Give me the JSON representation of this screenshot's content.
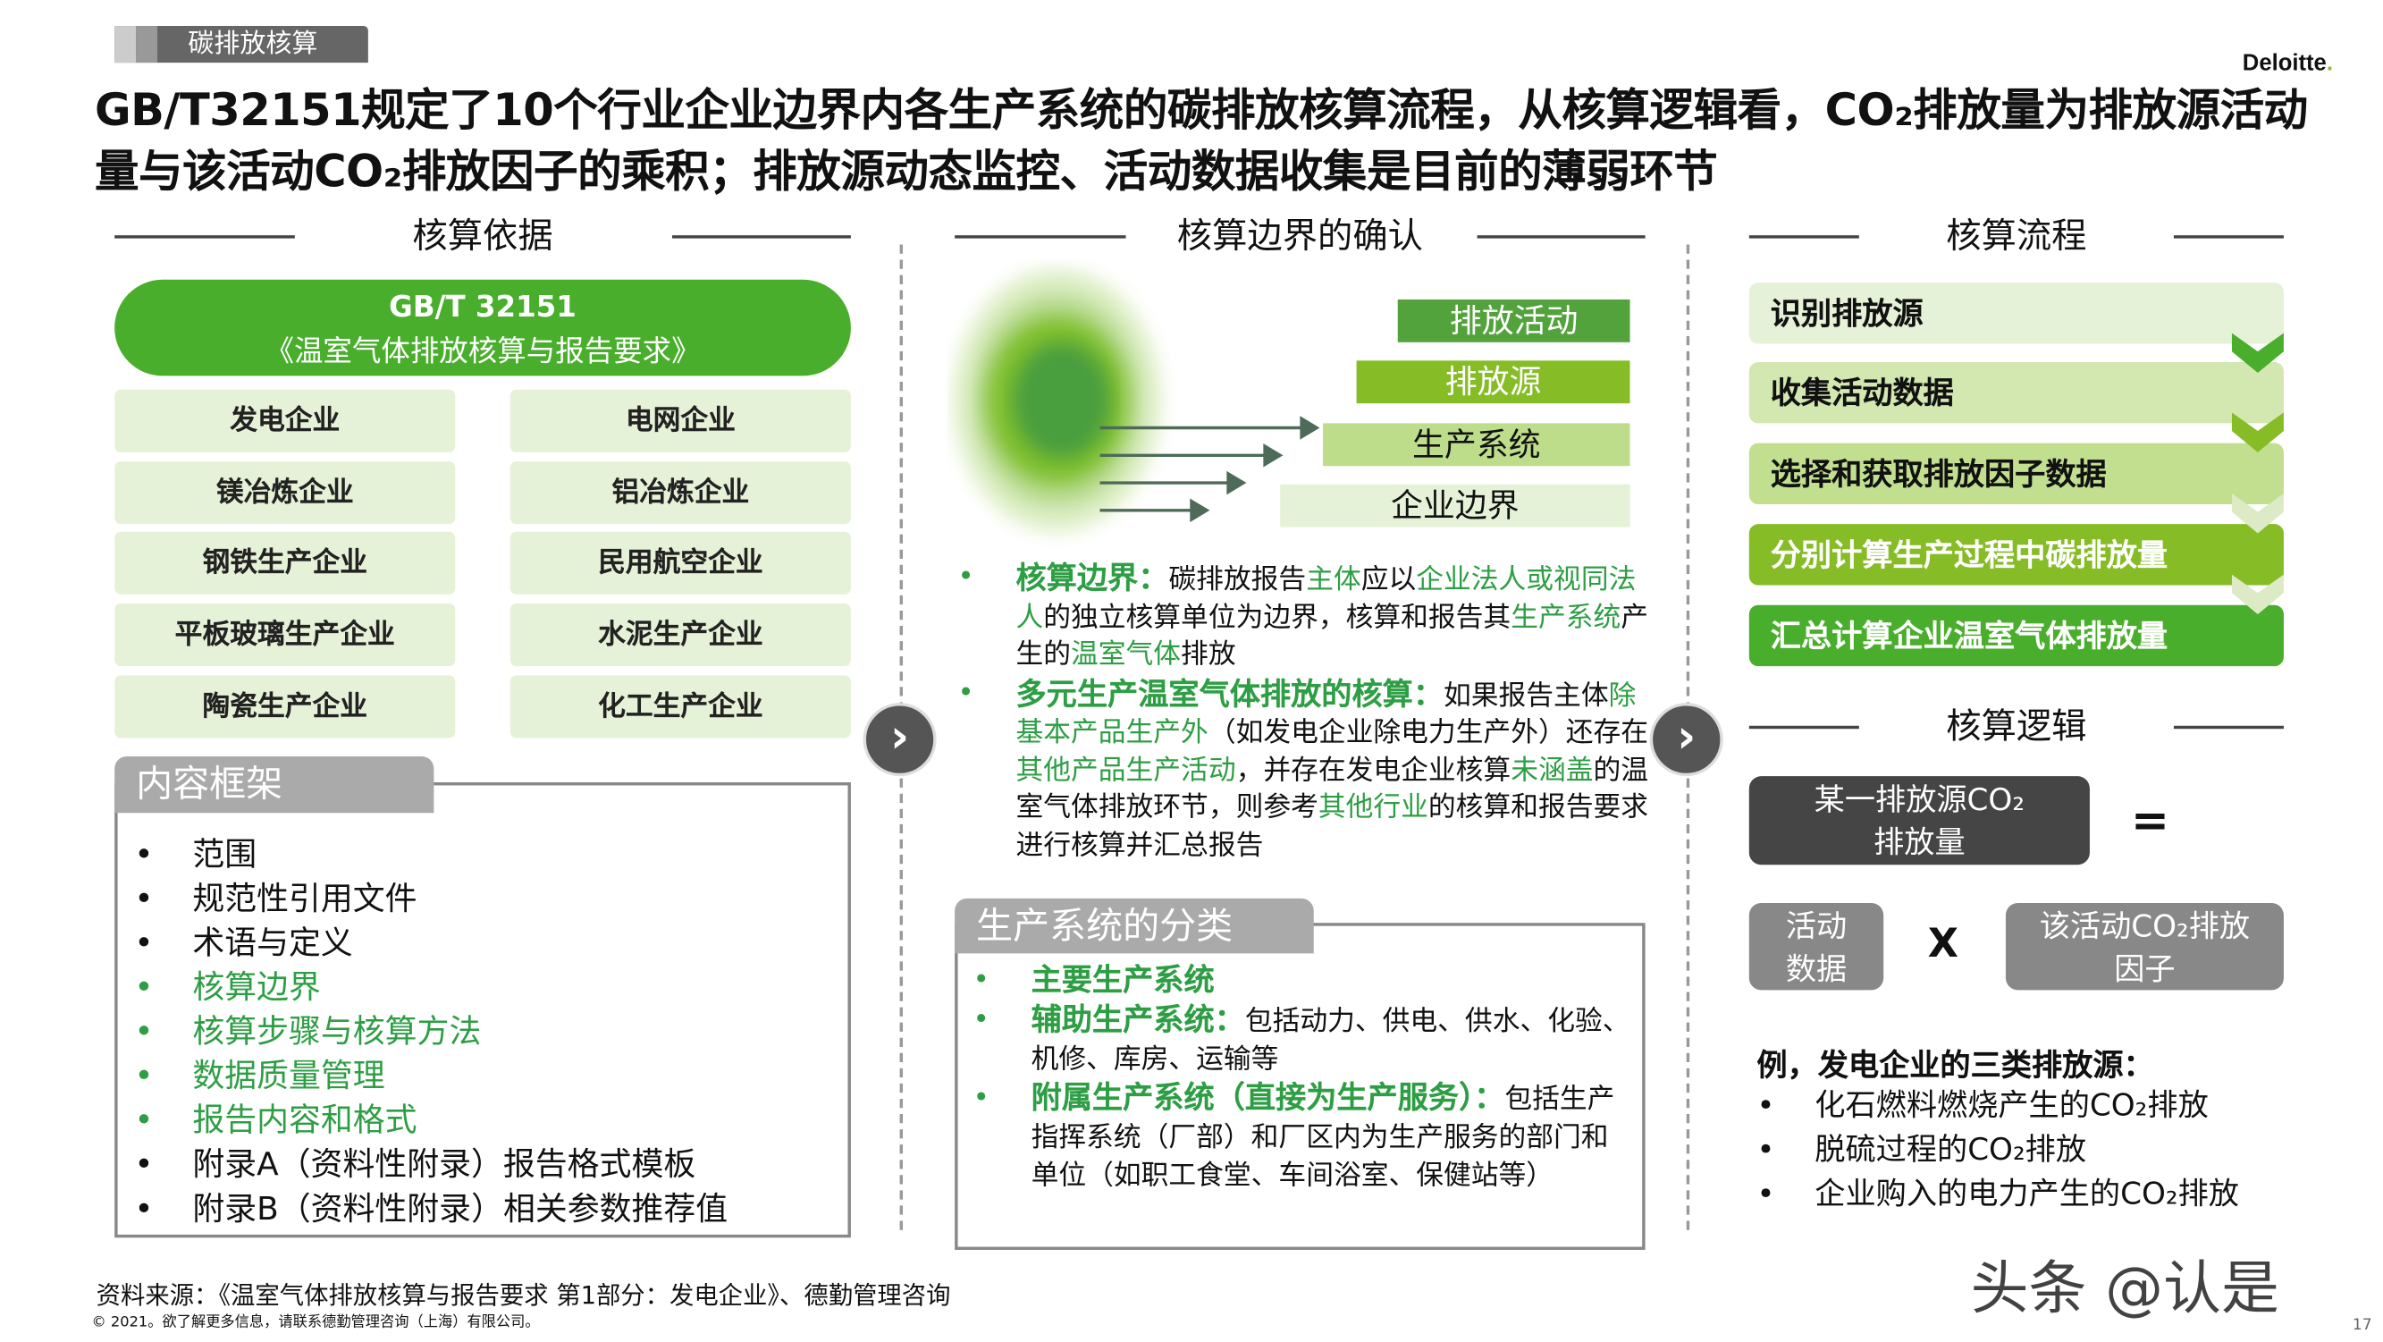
{
  "tag": "碳排放核算",
  "logo": "Deloitte",
  "title": "GB/T32151规定了10个行业企业边界内各生产系统的碳排放核算流程，从核算逻辑看，CO₂排放量为排放源活动量与该活动CO₂排放因子的乘积；排放源动态监控、活动数据收集是目前的薄弱环节",
  "colors": {
    "green_dark": "#4aae2d",
    "green_mid": "#86bc25",
    "green_text": "#2e9e44",
    "grey_dark": "#444444",
    "grey": "#888888"
  },
  "left": {
    "header": "核算依据",
    "standard": {
      "code": "GB/T 32151",
      "name": "《温室气体排放核算与报告要求》"
    },
    "industries": [
      "发电企业",
      "电网企业",
      "镁冶炼企业",
      "铝冶炼企业",
      "钢铁生产企业",
      "民用航空企业",
      "平板玻璃生产企业",
      "水泥生产企业",
      "陶瓷生产企业",
      "化工生产企业"
    ],
    "framework": {
      "title": "内容框架",
      "items": [
        {
          "t": "范围",
          "g": false
        },
        {
          "t": "规范性引用文件",
          "g": false
        },
        {
          "t": "术语与定义",
          "g": false
        },
        {
          "t": "核算边界",
          "g": true
        },
        {
          "t": "核算步骤与核算方法",
          "g": true
        },
        {
          "t": "数据质量管理",
          "g": true
        },
        {
          "t": "报告内容和格式",
          "g": true
        },
        {
          "t": "附录A（资料性附录）报告格式模板",
          "g": false
        },
        {
          "t": "附录B（资料性附录）相关参数推荐值",
          "g": false
        }
      ]
    }
  },
  "middle": {
    "header": "核算边界的确认",
    "layers": [
      "排放活动",
      "排放源",
      "生产系统",
      "企业边界"
    ],
    "bullets": [
      [
        {
          "t": "核算边界：",
          "g": 1,
          "b": 1
        },
        {
          "t": "碳排放报告"
        },
        {
          "t": "主体",
          "g": 1
        },
        {
          "t": "应以"
        },
        {
          "t": "企业法人或视同法人",
          "g": 1
        },
        {
          "t": "的独立核算单位为边界，核算和报告其"
        },
        {
          "t": "生产系统",
          "g": 1
        },
        {
          "t": "产生的"
        },
        {
          "t": "温室气体",
          "g": 1
        },
        {
          "t": "排放"
        }
      ],
      [
        {
          "t": "多元生产温室气体排放的核算：",
          "g": 1,
          "b": 1
        },
        {
          "t": "如果报告主体"
        },
        {
          "t": "除基本产品生产外",
          "g": 1
        },
        {
          "t": "（如发电企业除电力生产外）还存在"
        },
        {
          "t": "其他产品生产活动",
          "g": 1
        },
        {
          "t": "，并存在发电企业核算"
        },
        {
          "t": "未涵盖",
          "g": 1
        },
        {
          "t": "的温室气体排放环节，则参考"
        },
        {
          "t": "其他行业",
          "g": 1
        },
        {
          "t": "的核算和报告要求进行核算并汇总报告"
        }
      ]
    ],
    "classification": {
      "title": "生产系统的分类",
      "bullets": [
        [
          {
            "t": "主要生产系统",
            "g": 1,
            "b": 1
          }
        ],
        [
          {
            "t": "辅助生产系统：",
            "g": 1,
            "b": 1
          },
          {
            "t": "包括动力、供电、供水、化验、机修、库房、运输等"
          }
        ],
        [
          {
            "t": "附属生产系统（直接为生产服务）：",
            "g": 1,
            "b": 1
          },
          {
            "t": "包括生产指挥系统（厂部）和厂区内为生产服务的部门和单位（如职工食堂、车间浴室、保健站等）"
          }
        ]
      ]
    }
  },
  "right": {
    "flow_header": "核算流程",
    "steps": [
      "识别排放源",
      "收集活动数据",
      "选择和获取排放因子数据",
      "分别计算生产过程中碳排放量",
      "汇总计算企业温室气体排放量"
    ],
    "logic_header": "核算逻辑",
    "result": "某一排放源CO₂排放量",
    "equals": "=",
    "activity": "活动数据",
    "times": "X",
    "factor": "该活动CO₂排放因子",
    "example_title": "例，发电企业的三类排放源：",
    "examples": [
      "化石燃料燃烧产生的CO₂排放",
      "脱硫过程的CO₂排放",
      "企业购入的电力产生的CO₂排放"
    ]
  },
  "footer": {
    "source": "资料来源：《温室气体排放核算与报告要求 第1部分：发电企业》、德勤管理咨询",
    "copyright": "© 2021。欲了解更多信息，请联系德勤管理咨询（上海）有限公司。",
    "page": "17",
    "watermark": "头条 @认是"
  }
}
